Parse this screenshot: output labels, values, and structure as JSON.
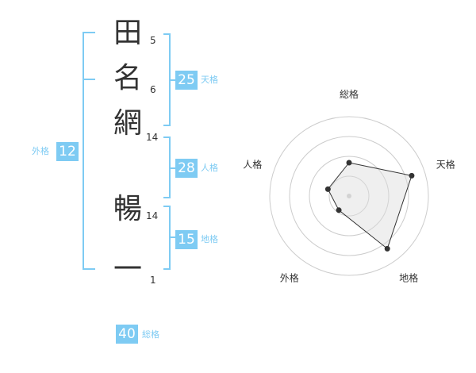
{
  "name": {
    "chars": [
      {
        "char": "田",
        "strokes": "5"
      },
      {
        "char": "名",
        "strokes": "6"
      },
      {
        "char": "網",
        "strokes": "14"
      },
      {
        "char": "暢",
        "strokes": "14"
      },
      {
        "char": "一",
        "strokes": "1"
      }
    ]
  },
  "kaku": {
    "ten": {
      "value": "25",
      "label": "天格"
    },
    "jin": {
      "value": "28",
      "label": "人格"
    },
    "chi": {
      "value": "15",
      "label": "地格"
    },
    "gai": {
      "value": "12",
      "label": "外格"
    },
    "sou": {
      "value": "40",
      "label": "総格"
    }
  },
  "colors": {
    "accent": "#7ecbf3",
    "text": "#333333"
  },
  "chart_data": {
    "type": "radar",
    "axes": [
      "総格",
      "天格",
      "地格",
      "外格",
      "人格"
    ],
    "values": [
      0.42,
      0.83,
      0.82,
      0.22,
      0.28
    ],
    "rings": 4,
    "range": [
      0,
      1
    ]
  }
}
